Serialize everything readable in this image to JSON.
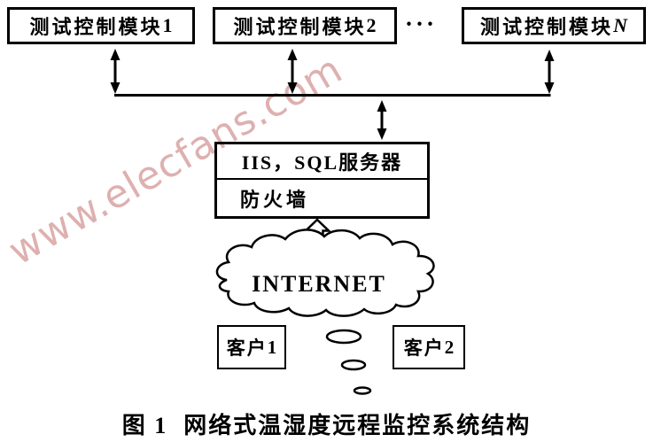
{
  "watermark": {
    "text": "www.elecfans.com",
    "color": "#d9a3a3"
  },
  "modules": [
    {
      "prefix": "测试控制模块",
      "suffix": "1"
    },
    {
      "prefix": "测试控制模块",
      "suffix": "2"
    },
    {
      "prefix": "测试控制模块",
      "suffix": "N"
    }
  ],
  "separators": {
    "ellipsis": "···"
  },
  "server": {
    "line1": "IIS，SQL服务器",
    "line2": "防火墙"
  },
  "internet": {
    "label": "INTERNET"
  },
  "clients": [
    {
      "prefix": "客户",
      "suffix": "1"
    },
    {
      "prefix": "客户",
      "suffix": "2"
    }
  ],
  "caption": {
    "figure": "图 1",
    "title": "网络式温湿度远程监控系统结构"
  },
  "colors": {
    "line": "#000000",
    "background": "#ffffff"
  }
}
